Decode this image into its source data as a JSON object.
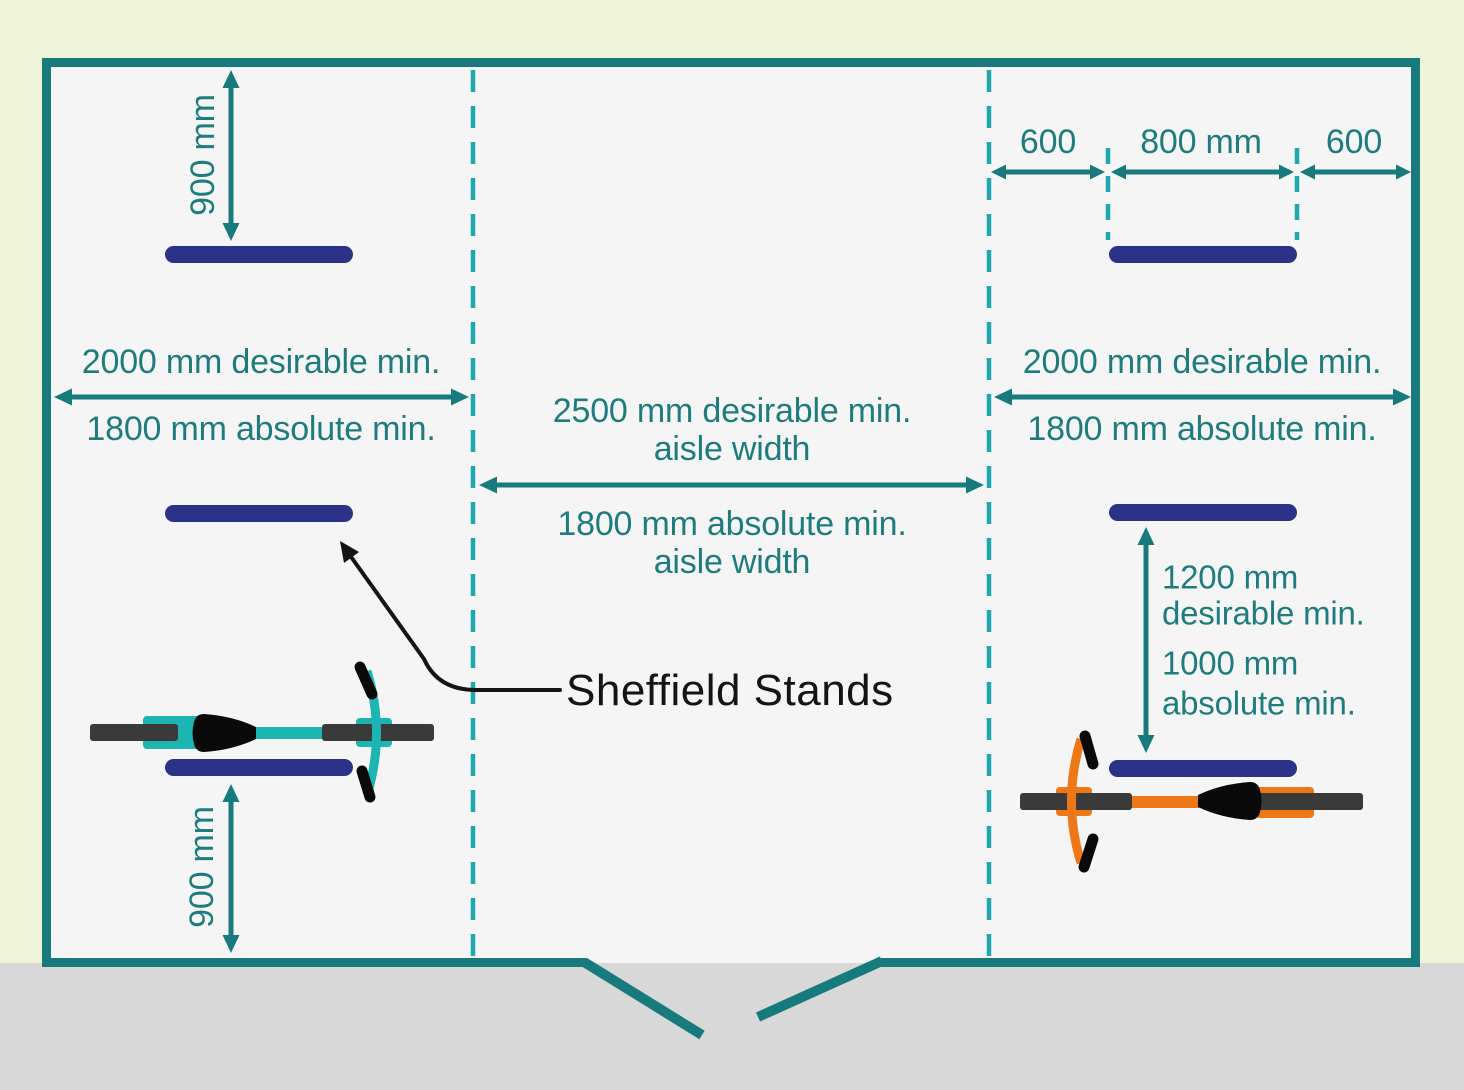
{
  "diagram": {
    "title_label": "Sheffield Stands",
    "left_bay": {
      "top_wall_clearance": "900 mm",
      "bottom_wall_clearance": "900 mm",
      "depth_desirable": "2000 mm desirable min.",
      "depth_absolute": "1800 mm absolute min."
    },
    "aisle": {
      "desirable_line1": "2500 mm desirable min.",
      "desirable_line2": "aisle width",
      "absolute_line1": "1800 mm absolute min.",
      "absolute_line2": "aisle width"
    },
    "right_bay": {
      "depth_desirable": "2000 mm desirable min.",
      "depth_absolute": "1800 mm absolute min.",
      "edge_offset_left": "600",
      "stand_length": "800 mm",
      "edge_offset_right": "600",
      "stand_spacing_desirable_line1": "1200 mm",
      "stand_spacing_desirable_line2": "desirable min.",
      "stand_spacing_absolute_line1": "1000 mm",
      "stand_spacing_absolute_line2": "absolute min."
    },
    "colors": {
      "background_cream": "#eff3d7",
      "ground_gray": "#d8d8d8",
      "enclosure_fill": "#f5f5f6",
      "wall_teal": "#177a7d",
      "dashed_guide_teal": "#1ea7ad",
      "dimension_text_teal": "#1f7c7e",
      "stand_navy": "#2b3389",
      "bike_teal": "#1cb5b1",
      "bike_orange": "#ee7817",
      "wheel_gray": "#3a3a3a",
      "annotation_black": "#141414"
    }
  }
}
